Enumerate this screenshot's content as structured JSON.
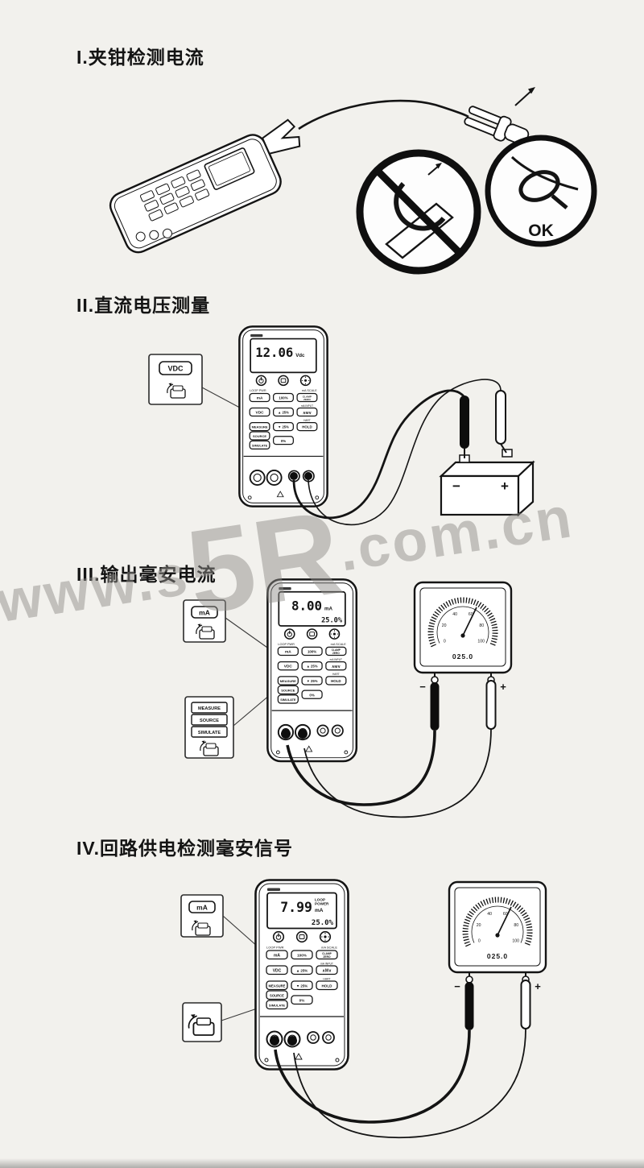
{
  "page": {
    "background": "#f2f1ed"
  },
  "watermark": {
    "prefix": "www.s",
    "logo": "5R",
    "suffix": ".com.cn"
  },
  "meter": {
    "ticks": [
      "0",
      "20",
      "40",
      "60",
      "80",
      "100"
    ],
    "minus": "−",
    "plus": "+"
  },
  "device": {
    "buttons": {
      "loop_pwr": "LOOP PWR",
      "ma": "mA",
      "pct100": "100%",
      "ma_scale": "mA SCALE",
      "clamp": "CLAMP",
      "zero": "ZERO",
      "vdc": "VDC",
      "up25": "▲ 25%",
      "ma_input": "mA INPUT",
      "amv": "∧M∨",
      "hart": "HART",
      "measure": "MEASURE",
      "down25": "▼ 25%",
      "hold": "HOLD",
      "source": "SOURCE",
      "simulate": "SIMULATE",
      "pct0": "0%"
    }
  },
  "sections": {
    "s1": {
      "heading": "I.夹钳检测电流",
      "ok_label": "OK"
    },
    "s2": {
      "heading": "II.直流电压测量",
      "display_value": "12.06",
      "display_unit": "Vdc",
      "callout_label": "VDC",
      "battery_minus": "−",
      "battery_plus": "+"
    },
    "s3": {
      "heading": "III.输出毫安电流",
      "display_value": "8.00",
      "display_unit": "mA",
      "display_percent": "25.0%",
      "callout_ma": "mA",
      "callout_modes": [
        "MEASURE",
        "SOURCE",
        "SIMULATE"
      ],
      "meter_reading": "025.0"
    },
    "s4": {
      "heading": "IV.回路供电检测毫安信号",
      "display_value": "7.99",
      "display_unit": "mA",
      "display_mode1": "LOOP",
      "display_mode2": "POWER",
      "display_percent": "25.0%",
      "callout_ma": "mA",
      "meter_reading": "025.0"
    }
  }
}
